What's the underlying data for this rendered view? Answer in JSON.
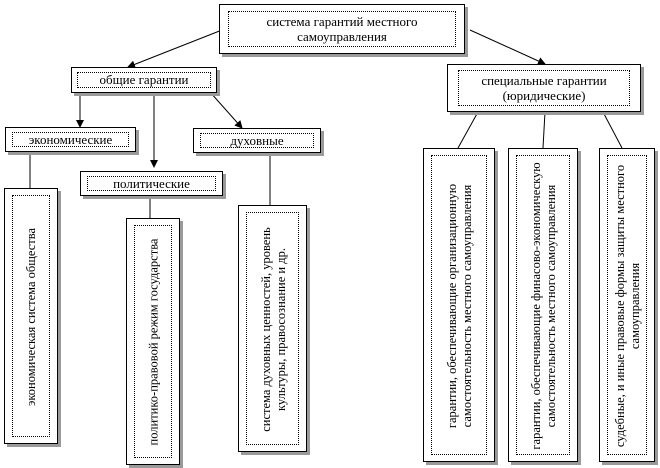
{
  "root": "система гарантий местного самоуправления",
  "general": {
    "title": "общие гарантии",
    "economic": {
      "title": "экономические",
      "detail": "экономическая система общества"
    },
    "political": {
      "title": "политические",
      "detail": "политико-правовой режим государства"
    },
    "spiritual": {
      "title": "духовные",
      "detail": "система духовных ценностей, уровень культуры, правосознание и др."
    }
  },
  "special": {
    "title": "специальные гарантии (юридические)",
    "items": [
      "гарантии, обеспечивающие организационную самостоятельность местного самоуправления",
      "гарантии, обеспечивающие финасово-экономическую самостоятельность местного самоуправления",
      "судебные, и иные правовые формы защиты местного самоуправления"
    ]
  }
}
